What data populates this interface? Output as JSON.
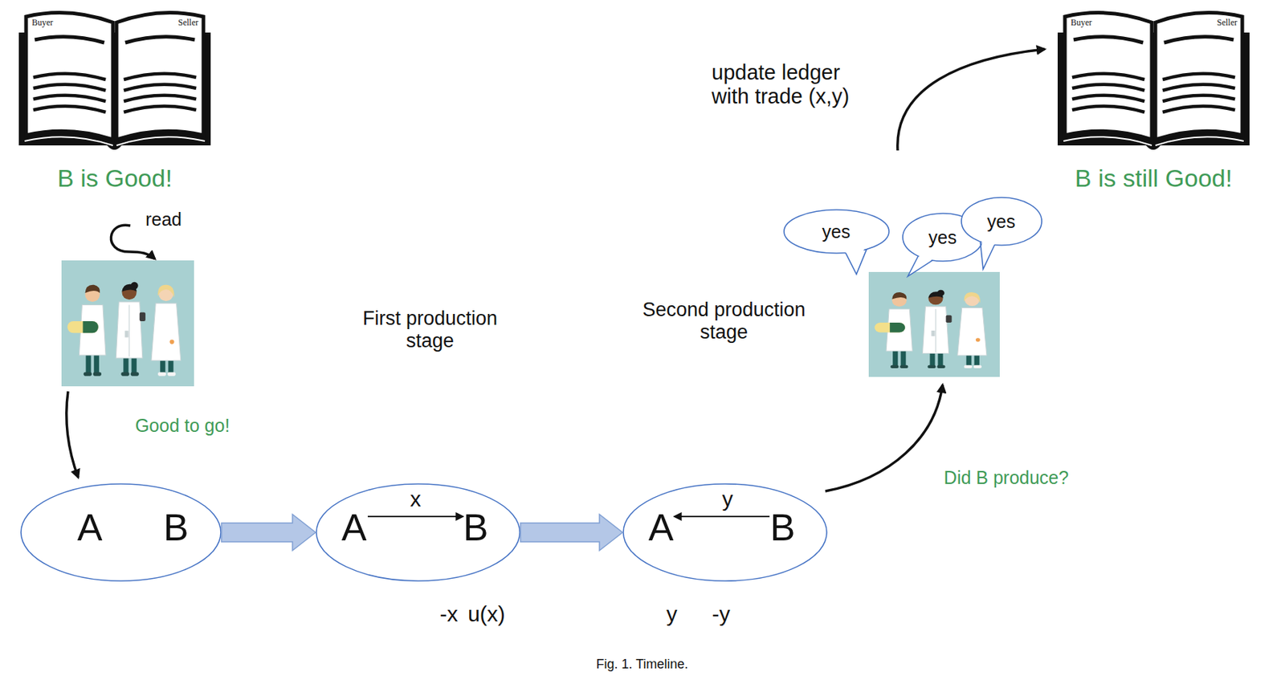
{
  "diagram": {
    "caption": "Fig. 1. Timeline.",
    "nodes": [
      {
        "text": [
          "Buyer",
          "Seller",
          "B is Good!"
        ]
      },
      {
        "text": [
          "A",
          "B"
        ]
      },
      {
        "text": [
          "A",
          "x",
          "B"
        ]
      },
      {
        "text": [
          "A",
          "y",
          "B"
        ]
      },
      {
        "text": [
          "yes"
        ]
      },
      {
        "text": [
          "yes"
        ]
      },
      {
        "text": [
          "yes"
        ]
      },
      {
        "text": [
          "Buyer",
          "Seller",
          "B is still Good!"
        ]
      }
    ],
    "edges": [
      {
        "from": 1,
        "to": 2,
        "arrow": "to"
      },
      {
        "from": 2,
        "to": 3,
        "arrow": "to"
      }
    ],
    "labels": [
      "read",
      "Good to go!",
      "First production stage",
      "Second production stage",
      "-x",
      "u(x)",
      "y",
      "-y",
      "Did B produce?",
      "update ledger with trade (x,y)"
    ]
  }
}
